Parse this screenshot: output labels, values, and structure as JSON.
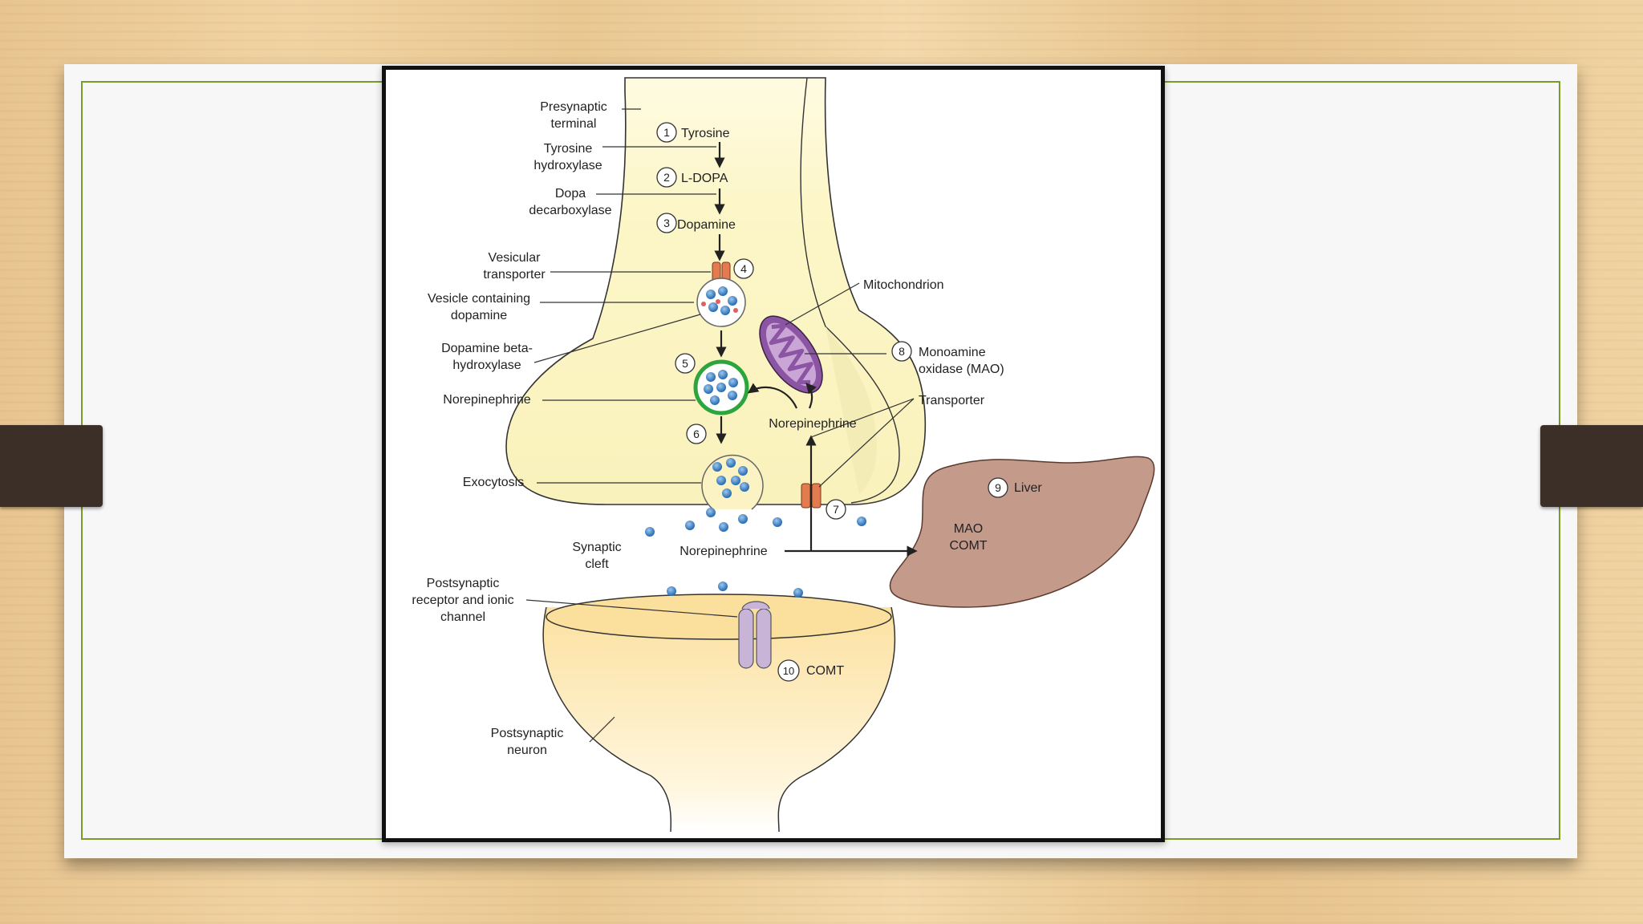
{
  "diagram": {
    "labels": {
      "presynaptic_terminal_l1": "Presynaptic",
      "presynaptic_terminal_l2": "terminal",
      "tyrosine_hydroxylase_l1": "Tyrosine",
      "tyrosine_hydroxylase_l2": "hydroxylase",
      "dopa_decarboxylase_l1": "Dopa",
      "dopa_decarboxylase_l2": "decarboxylase",
      "vesicular_transporter_l1": "Vesicular",
      "vesicular_transporter_l2": "transporter",
      "vesicle_dopamine_l1": "Vesicle containing",
      "vesicle_dopamine_l2": "dopamine",
      "dbh_l1": "Dopamine beta-",
      "dbh_l2": "hydroxylase",
      "norepinephrine_left": "Norepinephrine",
      "exocytosis": "Exocytosis",
      "synaptic_cleft_l1": "Synaptic",
      "synaptic_cleft_l2": "cleft",
      "postsynaptic_receptor_l1": "Postsynaptic",
      "postsynaptic_receptor_l2": "receptor and ionic",
      "postsynaptic_receptor_l3": "channel",
      "postsynaptic_neuron_l1": "Postsynaptic",
      "postsynaptic_neuron_l2": "neuron",
      "tyrosine": "Tyrosine",
      "ldopa": "L-DOPA",
      "dopamine": "Dopamine",
      "mitochondrion": "Mitochondrion",
      "mao_l1": "Monoamine",
      "mao_l2": "oxidase (MAO)",
      "transporter": "Transporter",
      "norepinephrine_inner": "Norepinephrine",
      "norepinephrine_cleft": "Norepinephrine",
      "liver": "Liver",
      "liver_mao": "MAO",
      "liver_comt": "COMT",
      "comt": "COMT"
    },
    "step_numbers": [
      "1",
      "2",
      "3",
      "4",
      "5",
      "6",
      "7",
      "8",
      "9",
      "10"
    ],
    "colors": {
      "cytoplasm": "#fbf6c6",
      "postsynaptic": "#fbe3a8",
      "vesicle_ring": "#2ca53c",
      "mitochondrion": "#8b55a3",
      "transporter": "#e27b4e",
      "liver": "#c49a8b",
      "dots": "#3a7fc1",
      "receptor": "#c7b4d6"
    }
  }
}
